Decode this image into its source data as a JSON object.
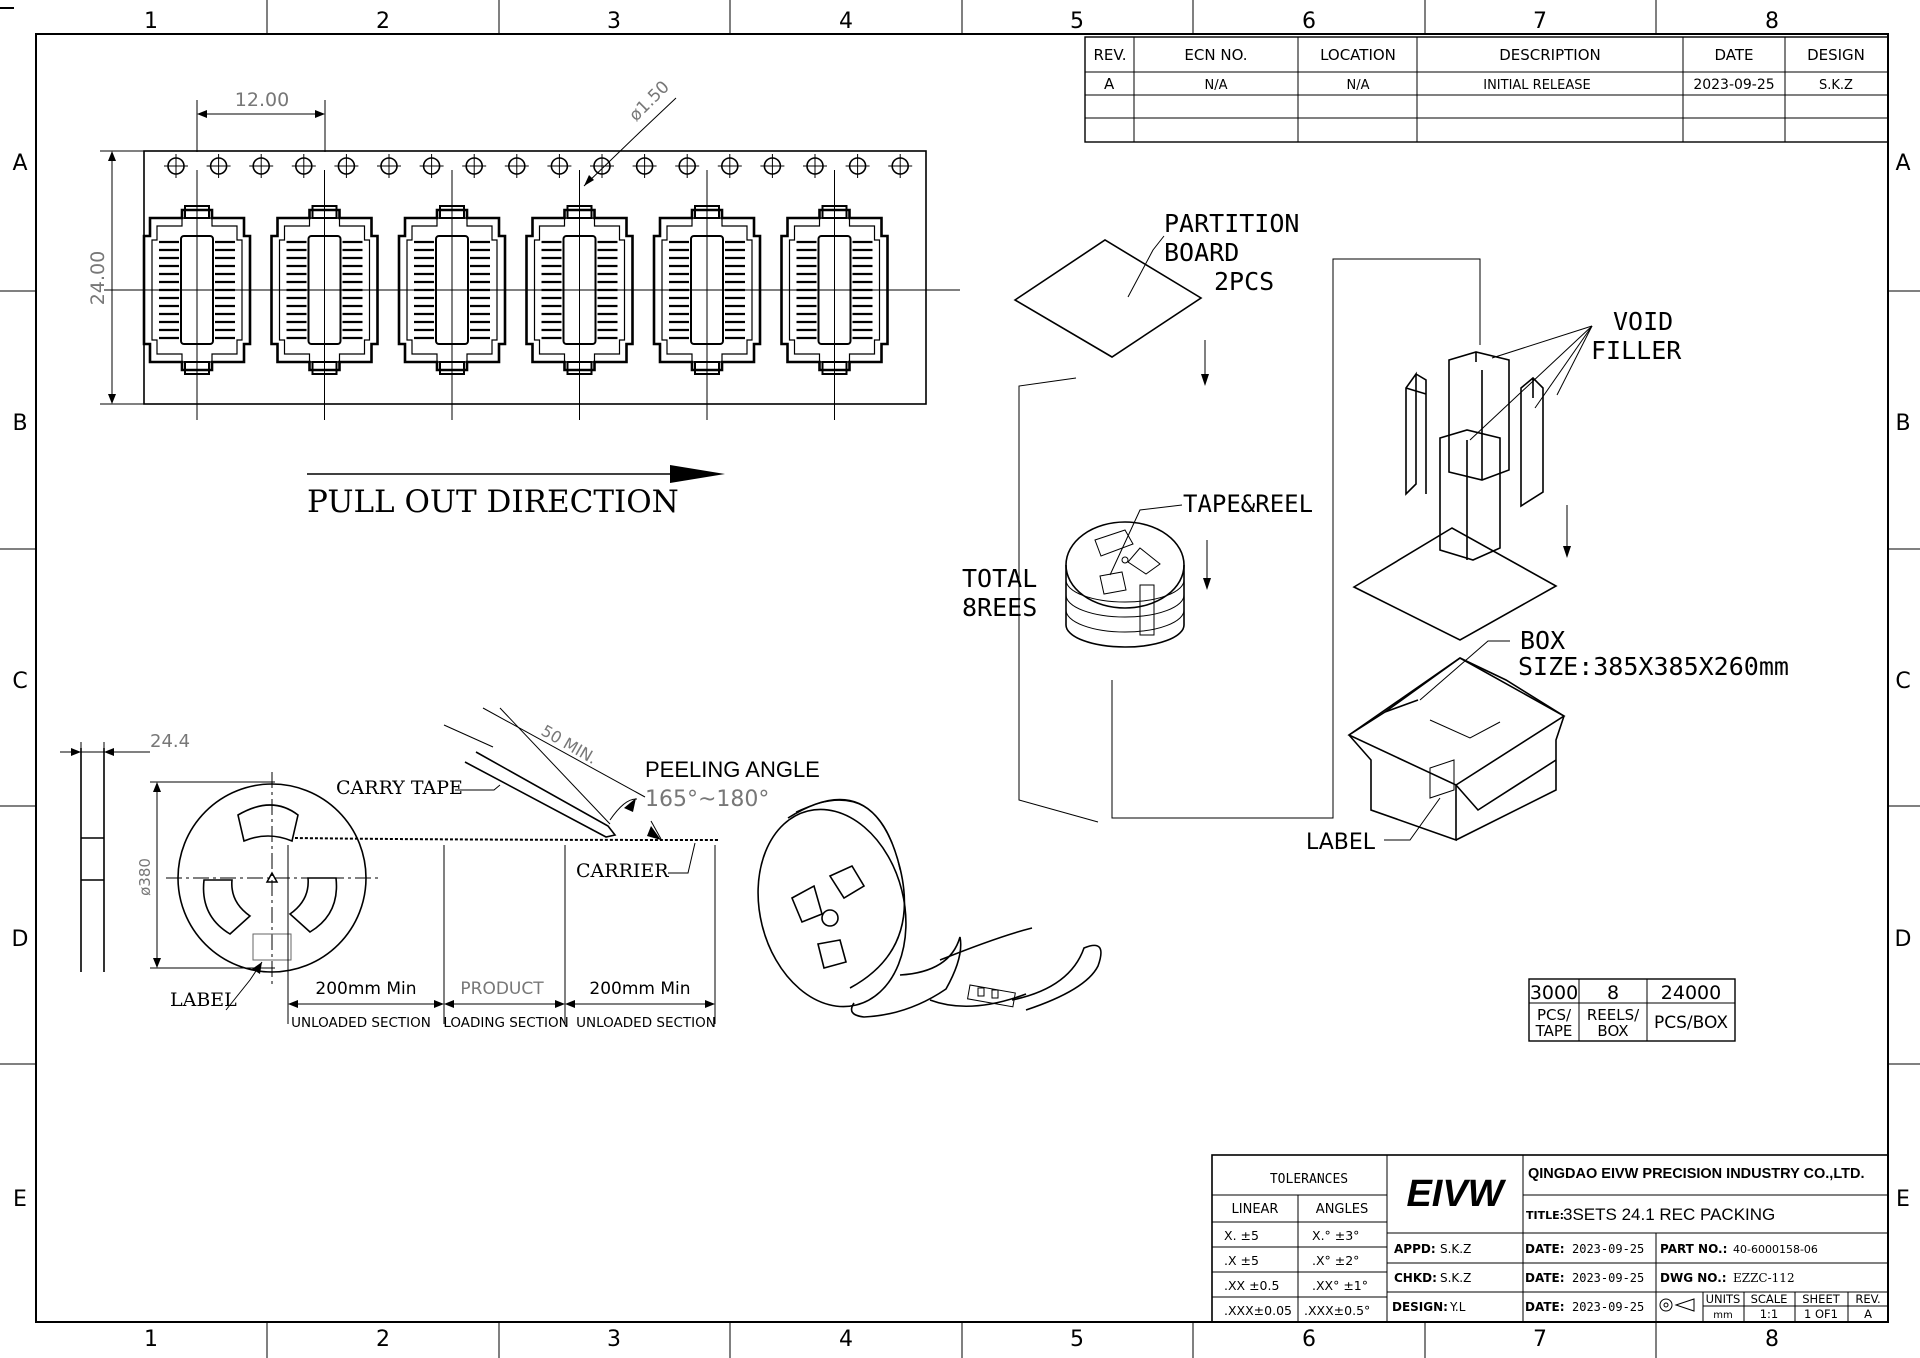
{
  "border": {
    "columns": [
      "1",
      "2",
      "3",
      "4",
      "5",
      "6",
      "7",
      "8"
    ],
    "rows": [
      "A",
      "B",
      "C",
      "D",
      "E"
    ]
  },
  "revision_table": {
    "headers": [
      "REV.",
      "ECN NO.",
      "LOCATION",
      "DESCRIPTION",
      "DATE",
      "DESIGN"
    ],
    "rows": [
      [
        "A",
        "N/A",
        "N/A",
        "INITIAL RELEASE",
        "2023-09-25",
        "S.K.Z"
      ]
    ]
  },
  "tape_view": {
    "pitch": "12.00",
    "hole_dia": "ø1.50",
    "width": "24.00",
    "direction": "PULL OUT DIRECTION"
  },
  "packing_view": {
    "partition_line1": "PARTITION",
    "partition_line2": "BOARD",
    "partition_line3": "2PCS",
    "void_line1": "VOID",
    "void_line2": "FILLER",
    "tape_reel": "TAPE&REEL",
    "total_line1": "TOTAL",
    "total_line2": "8REES",
    "box_line1": "BOX",
    "box_line2": "SIZE:385X385X260mm",
    "label": "LABEL"
  },
  "reel_view": {
    "reel_width": "24.4",
    "reel_dia": "ø380",
    "carry_tape": "CARRY TAPE",
    "min_length": "50 MIN.",
    "peeling_angle": "PEELING ANGLE",
    "peeling_range": "165°~180°",
    "carrier": "CARRIER",
    "label": "LABEL",
    "sec1_len": "200mm Min",
    "sec2_len": "PRODUCT",
    "sec3_len": "200mm Min",
    "sec1_name": "UNLOADED SECTION",
    "sec2_name": "LOADING SECTION",
    "sec3_name": "UNLOADED SECTION"
  },
  "quantity_table": {
    "values": [
      "3000",
      "8",
      "24000"
    ],
    "units_a": [
      "PCS/",
      "REELS/",
      "PCS/BOX"
    ],
    "units_b": [
      "TAPE",
      "BOX",
      ""
    ]
  },
  "title_block": {
    "tolerances": "TOLERANCES",
    "linear": "LINEAR",
    "angles": "ANGLES",
    "linear_rows": [
      "X.  ±5",
      ".X  ±5",
      ".XX ±0.5",
      ".XXX±0.05"
    ],
    "angle_rows": [
      "X.°  ±3°",
      ".X°  ±2°",
      ".XX° ±1°",
      ".XXX±0.5°"
    ],
    "logo": "EIVW",
    "company": "QINGDAO EIVW PRECISION INDUSTRY CO.,LTD.",
    "title_label": "TITLE:",
    "title": "3SETS 24.1 REC PACKING",
    "appd_label": "APPD:",
    "appd": "S.K.Z",
    "chkd_label": "CHKD:",
    "chkd": "S.K.Z",
    "design_label": "DESIGN:",
    "design": "Y.L",
    "date_label": "DATE:",
    "date1": "2023-09-25",
    "date2": "2023-09-25",
    "date3": "2023-09-25",
    "part_label": "PART NO.:",
    "part_no": "40-6000158-06",
    "dwg_label": "DWG NO.:",
    "dwg_no": "EZZC-112",
    "units_label": "UNITS",
    "units": "mm",
    "scale_label": "SCALE",
    "scale": "1:1",
    "sheet_label": "SHEET",
    "sheet": "1 OF1",
    "rev_label": "REV.",
    "rev": "A"
  }
}
